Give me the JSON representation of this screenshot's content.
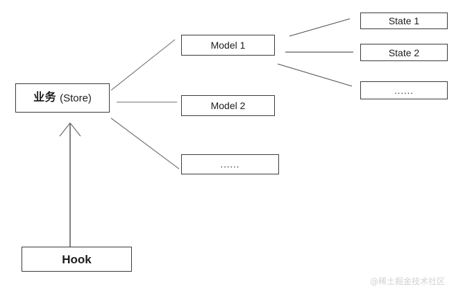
{
  "diagram": {
    "title": "Store Model State architecture diagram",
    "background_color": "#ffffff",
    "stroke_color": "#3a3a3a",
    "text_color": "#1c1c1c",
    "nodes": {
      "store": {
        "cjk_label": "业务",
        "latin_label": "(Store)"
      },
      "model_1": {
        "label": "Model 1"
      },
      "model_2": {
        "label": "Model 2"
      },
      "model_more": {
        "label": "......"
      },
      "state_1": {
        "label": "State 1"
      },
      "state_2": {
        "label": "State 2"
      },
      "state_more": {
        "label": "......"
      },
      "hook": {
        "label": "Hook"
      }
    },
    "edges": [
      {
        "from": "hook",
        "to": "store",
        "style": "arrow-up"
      },
      {
        "from": "store",
        "to": "model_1",
        "style": "line"
      },
      {
        "from": "store",
        "to": "model_2",
        "style": "line"
      },
      {
        "from": "store",
        "to": "model_more",
        "style": "line"
      },
      {
        "from": "model_1",
        "to": "state_1",
        "style": "line"
      },
      {
        "from": "model_1",
        "to": "state_2",
        "style": "line"
      },
      {
        "from": "model_1",
        "to": "state_more",
        "style": "line"
      }
    ]
  },
  "watermark": {
    "text": "@稀土掘金技术社区",
    "color": "#d2d2d2"
  }
}
